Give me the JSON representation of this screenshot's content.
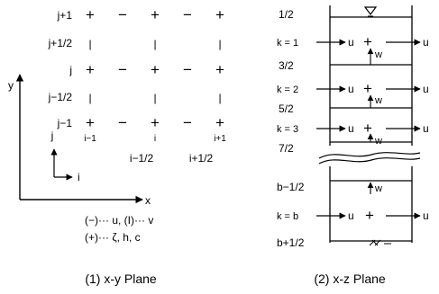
{
  "panel1": {
    "row_labels": [
      "j+1",
      "j+1/2",
      "j",
      "j−1/2",
      "j−1"
    ],
    "grid_rows": [
      [
        "+",
        "−",
        "+",
        "−",
        "+"
      ],
      [
        "|",
        "",
        "|",
        "",
        "|"
      ],
      [
        "+",
        "−",
        "+",
        "−",
        "+"
      ],
      [
        "|",
        "",
        "|",
        "",
        "|"
      ],
      [
        "+",
        "−",
        "+",
        "−",
        "+"
      ]
    ],
    "col_labels_top": [
      "i−1",
      "i",
      "i+1"
    ],
    "col_labels_bottom": [
      "i−1/2",
      "i+1/2"
    ],
    "local_j": "j",
    "local_i": "i",
    "axis_y": "y",
    "axis_x": "x",
    "legend": [
      "(−)··· u, (I)··· v",
      "(+)··· ζ, h, c"
    ],
    "caption": "(1) x-y Plane"
  },
  "panel2": {
    "level_labels": [
      "1/2",
      "k = 1",
      "3/2",
      "k = 2",
      "5/2",
      "k = 3",
      "7/2",
      "b−1/2",
      "k = b",
      "b+1/2"
    ],
    "u_label": "u",
    "w_label": "w",
    "caption": "(2) x-z Plane"
  }
}
